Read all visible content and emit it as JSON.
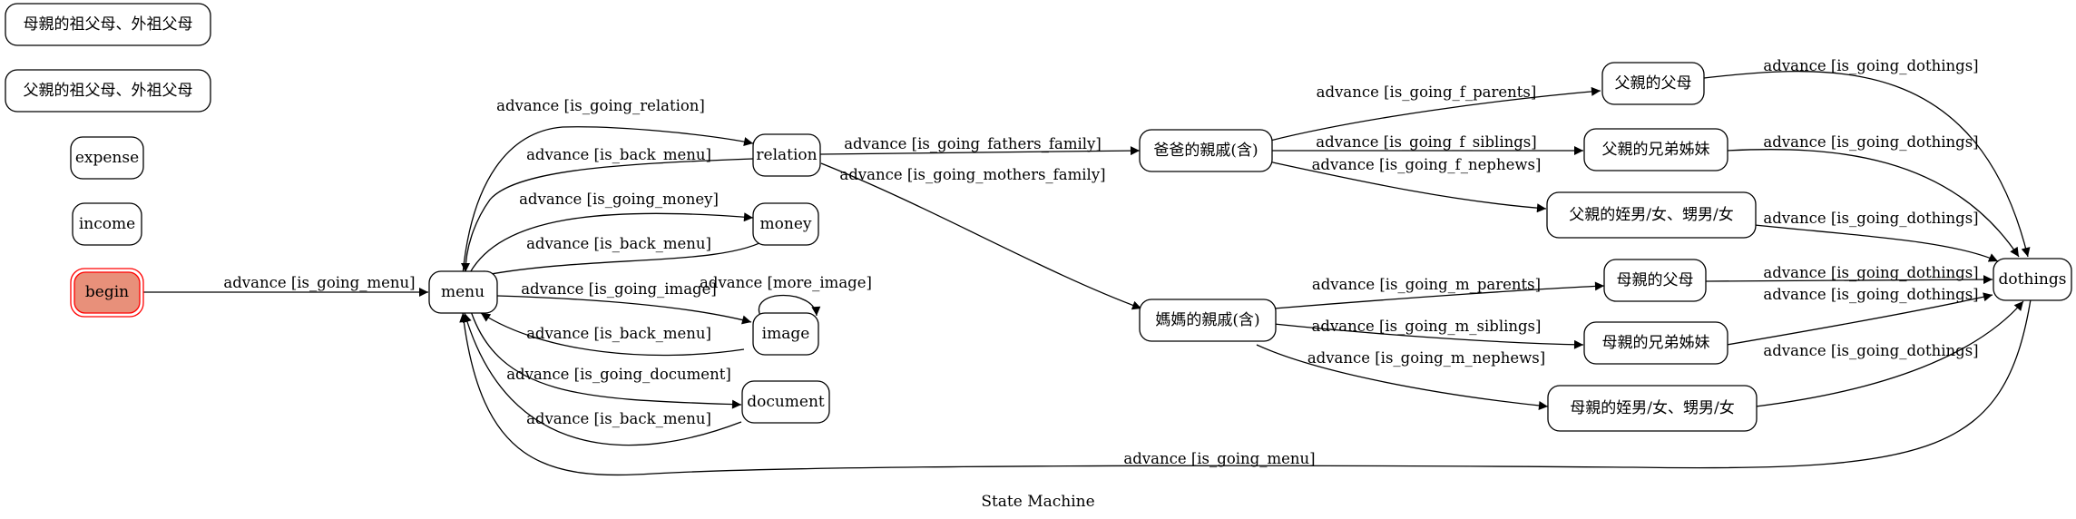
{
  "caption": "State Machine",
  "colors": {
    "begin_fill": "#e8907a",
    "begin_border": "#ff0000",
    "stroke": "#000000"
  },
  "nodes": {
    "grand_m": "母親的祖父母、外祖父母",
    "grand_f": "父親的祖父母、外祖父母",
    "expense": "expense",
    "income": "income",
    "begin": "begin",
    "menu": "menu",
    "relation": "relation",
    "money": "money",
    "image": "image",
    "document": "document",
    "dad_family": "爸爸的親戚(含)",
    "mom_family": "媽媽的親戚(含)",
    "f_parents": "父親的父母",
    "f_siblings": "父親的兄弟姊妹",
    "f_nephews": "父親的姪男/女、甥男/女",
    "m_parents": "母親的父母",
    "m_siblings": "母親的兄弟姊妹",
    "m_nephews": "母親的姪男/女、甥男/女",
    "dothings": "dothings"
  },
  "edges": {
    "begin_menu": "advance [is_going_menu]",
    "menu_relation": "advance [is_going_relation]",
    "relation_menu": "advance [is_back_menu]",
    "menu_money": "advance [is_going_money]",
    "money_menu": "advance [is_back_menu]",
    "menu_image": "advance [is_going_image]",
    "image_self": "advance [more_image]",
    "image_menu": "advance [is_back_menu]",
    "menu_document": "advance [is_going_document]",
    "document_menu": "advance [is_back_menu]",
    "relation_dad": "advance [is_going_fathers_family]",
    "relation_mom": "advance [is_going_mothers_family]",
    "dad_f_parents": "advance [is_going_f_parents]",
    "dad_f_siblings": "advance [is_going_f_siblings]",
    "dad_f_nephews": "advance [is_going_f_nephews]",
    "mom_m_parents": "advance [is_going_m_parents]",
    "mom_m_siblings": "advance [is_going_m_siblings]",
    "mom_m_nephews": "advance [is_going_m_nephews]",
    "f_parents_do": "advance [is_going_dothings]",
    "f_siblings_do": "advance [is_going_dothings]",
    "f_nephews_do": "advance [is_going_dothings]",
    "m_parents_do": "advance [is_going_dothings]",
    "m_siblings_do": "advance [is_going_dothings]",
    "m_nephews_do": "advance [is_going_dothings]",
    "dothings_menu": "advance [is_going_menu]"
  }
}
